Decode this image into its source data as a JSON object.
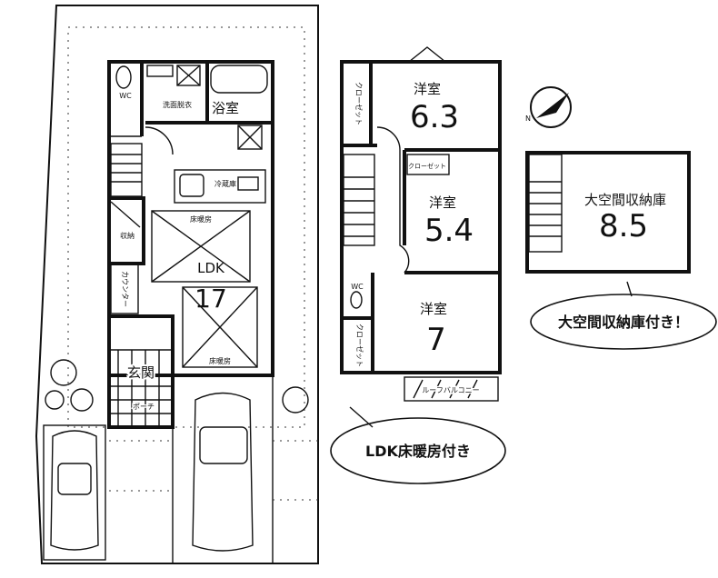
{
  "floor1": {
    "wc": "WC",
    "washroom": "洗面脱衣",
    "bath": "浴室",
    "storage": "収納",
    "fridge": "冷蔵庫",
    "counter": "カウンター",
    "ldk": "LDK",
    "ldk_size": "17",
    "floor_heating_1": "床暖房",
    "floor_heating_2": "床暖房",
    "entrance": "玄関",
    "porch": "ポーチ"
  },
  "floor2": {
    "room1_label": "洋室",
    "room1_size": "6.3",
    "room2_label": "洋室",
    "room2_size": "5.4",
    "room3_label": "洋室",
    "room3_size": "7",
    "closet1": "クローゼット",
    "closet2": "クローゼット",
    "closet3": "クローゼット",
    "wc": "WC",
    "balcony": "ルーフバルコニー"
  },
  "floor3": {
    "storage_label": "大空間収納庫",
    "storage_size": "8.5"
  },
  "callouts": {
    "storage_note": "大空間収納庫付き！",
    "heating_note": "LDK床暖房付き"
  },
  "compass": {
    "north_label": "N"
  }
}
